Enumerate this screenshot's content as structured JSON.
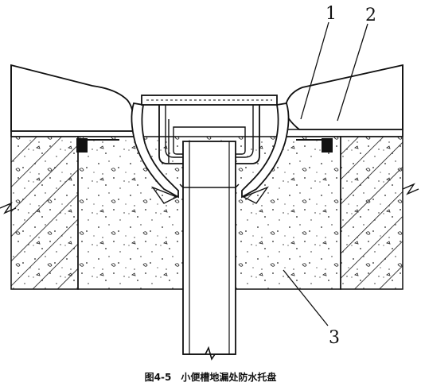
{
  "callouts": {
    "one": "1",
    "two": "2",
    "three": "3"
  },
  "caption": "图4-5　小便槽地漏处防水托盘",
  "colors": {
    "line": "#111111",
    "fill_light": "#ffffff",
    "speckle": "#222222"
  }
}
